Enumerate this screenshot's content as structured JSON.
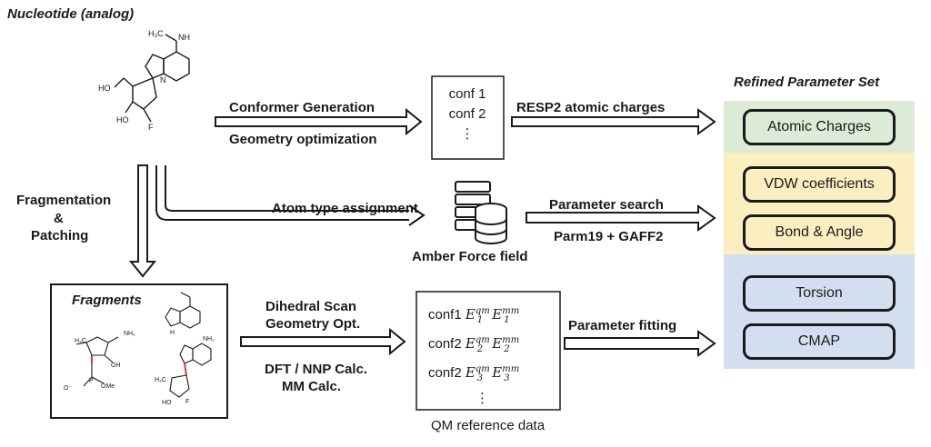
{
  "title": "Nucleotide (analog)",
  "molecule_labels": {
    "nmethyl": "H₃C",
    "nh": "NH",
    "ho_top": "HO",
    "ho_bottom": "HO",
    "f": "F"
  },
  "steps": {
    "conformer": "Conformer Generation",
    "geometry": "Geometry optimization",
    "resp2": "RESP2 atomic charges",
    "atom_type": "Atom type assignment",
    "param_search": "Parameter search",
    "parm19": "Parm19 + GAFF2",
    "amber": "Amber Force field",
    "fragmentation": "Fragmentation",
    "amp": "&",
    "patching": "Patching",
    "dihedral": "Dihedral Scan",
    "geom_opt": "Geometry Opt.",
    "dft": "DFT / NNP Calc.",
    "mm": "MM Calc.",
    "param_fit": "Parameter fitting",
    "qm_ref": "QM reference data"
  },
  "conf_box": {
    "rows": [
      "conf 1",
      "conf 2",
      "⋮"
    ]
  },
  "qm_box": {
    "rows": [
      "conf1",
      "conf2",
      "conf2"
    ],
    "indices": [
      "1",
      "2",
      "3"
    ],
    "qm": "qm",
    "mm": "mm",
    "dots": "⋮"
  },
  "fragments": {
    "title": "Fragments"
  },
  "refined": {
    "title": "Refined Parameter Set",
    "items": [
      "Atomic Charges",
      "VDW coefficients",
      "Bond & Angle",
      "Torsion",
      "CMAP"
    ],
    "colors": {
      "green": "#dcebd5",
      "yellow": "#fbefc2",
      "blue": "#d3dff1"
    }
  }
}
